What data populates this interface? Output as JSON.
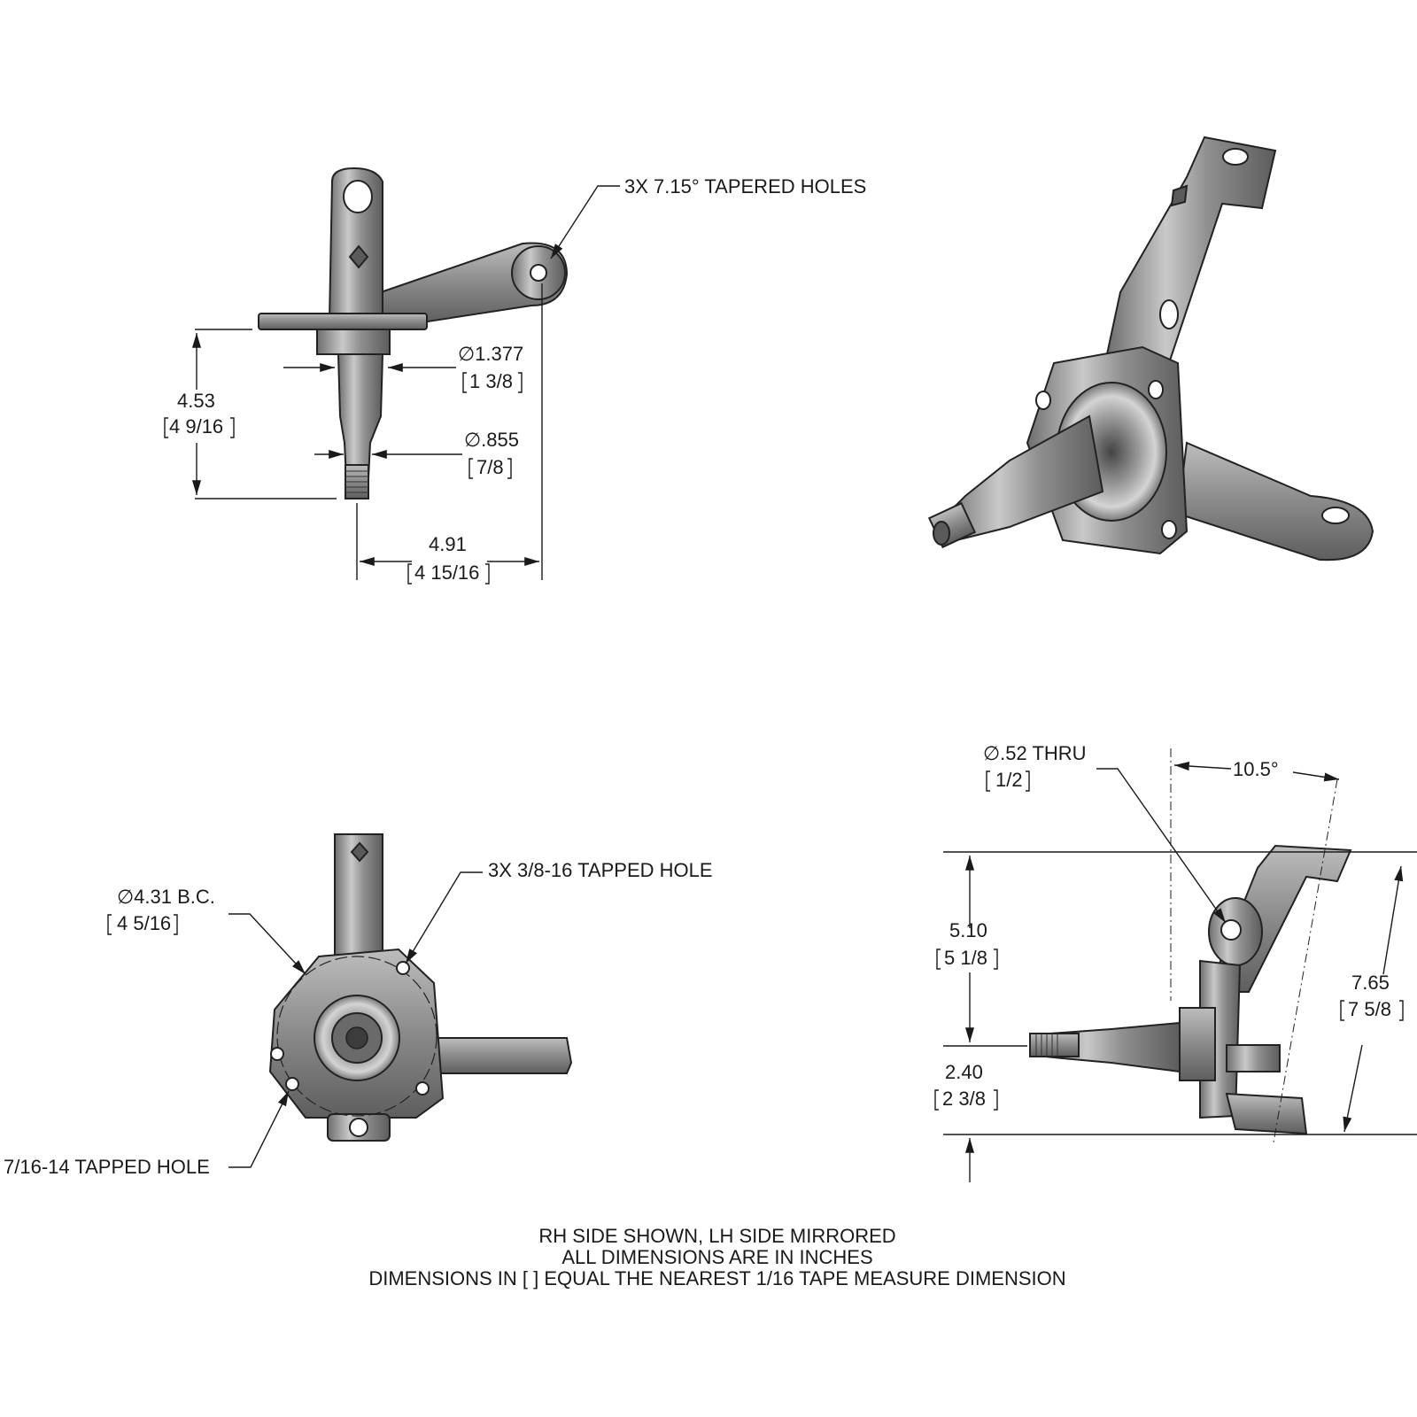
{
  "callouts": {
    "tapered_holes": "3X 7.15° TAPERED HOLES",
    "spindle_dia_1": "∅1.377",
    "spindle_dia_1_frac": "1 3/8",
    "spindle_dia_2": "∅.855",
    "spindle_dia_2_frac": "7/8",
    "height_1": "4.53",
    "height_1_frac": "4 9/16",
    "width_1": "4.91",
    "width_1_frac": "4 15/16",
    "bolt_circle": "∅4.31 B.C.",
    "bolt_circle_frac": "4 5/16",
    "tapped_holes_3x": "3X 3/8-16 TAPPED HOLE",
    "tapped_hole_single": "7/16-14 TAPPED HOLE",
    "thru_hole": "∅.52 THRU",
    "thru_hole_frac": "1/2",
    "angle": "10.5°",
    "height_2": "5.10",
    "height_2_frac": "5 1/8",
    "height_3": "2.40",
    "height_3_frac": "2 3/8",
    "height_4": "7.65",
    "height_4_frac": "7 5/8"
  },
  "notes": {
    "line1": "RH SIDE SHOWN, LH SIDE MIRRORED",
    "line2": "ALL DIMENSIONS ARE IN INCHES",
    "line3": "DIMENSIONS IN [ ] EQUAL THE NEAREST 1/16 TAPE MEASURE DIMENSION"
  }
}
